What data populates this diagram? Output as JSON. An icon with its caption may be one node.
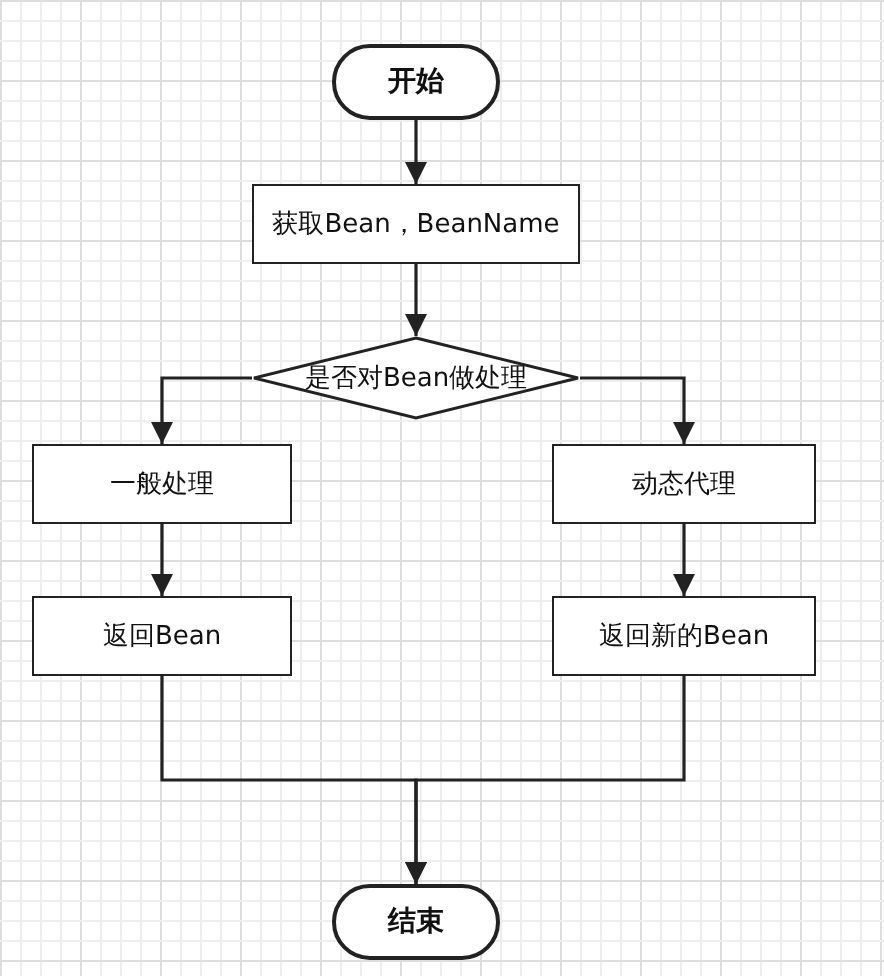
{
  "diagram": {
    "nodes": [
      {
        "text": [
          "开始"
        ]
      },
      {
        "text": [
          "获取Bean，BeanName"
        ]
      },
      {
        "text": [
          "是否对Bean做处理"
        ]
      },
      {
        "text": [
          "一般处理"
        ]
      },
      {
        "text": [
          "动态代理"
        ]
      },
      {
        "text": [
          "返回Bean"
        ]
      },
      {
        "text": [
          "返回新的Bean"
        ]
      },
      {
        "text": [
          "结束"
        ]
      }
    ],
    "edges": [
      {
        "from": 0,
        "to": 1,
        "arrow": "to"
      },
      {
        "from": 1,
        "to": 2,
        "arrow": "to"
      },
      {
        "from": 2,
        "to": 3,
        "arrow": "to"
      },
      {
        "from": 2,
        "to": 4,
        "arrow": "to"
      },
      {
        "from": 3,
        "to": 5,
        "arrow": "to"
      },
      {
        "from": 4,
        "to": 6,
        "arrow": "to"
      },
      {
        "from": 5,
        "to": 7,
        "arrow": "to"
      },
      {
        "from": 6,
        "to": 7,
        "arrow": "to"
      }
    ]
  }
}
